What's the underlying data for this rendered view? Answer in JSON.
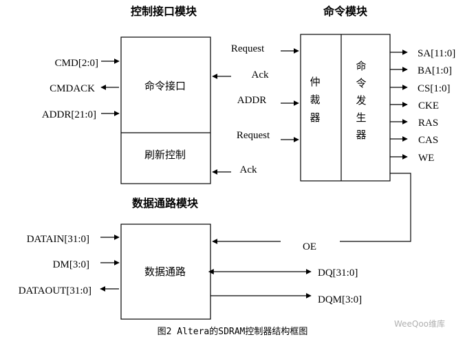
{
  "titles": {
    "control_interface": "控制接口模块",
    "command": "命令模块",
    "datapath": "数据通路模块"
  },
  "blocks": {
    "cmd_interface": "命令接口",
    "refresh_control": "刷新控制",
    "arbiter": [
      "仲",
      "裁",
      "器"
    ],
    "cmd_generator": [
      "命",
      "令",
      "发",
      "生",
      "器"
    ],
    "datapath": "数据通路"
  },
  "left_signals": {
    "cmd": "CMD[2:0]",
    "cmdack": "CMDACK",
    "addr": "ADDR[21:0]",
    "datain": "DATAIN[31:0]",
    "dm": "DM[3:0]",
    "dataout": "DATAOUT[31:0]"
  },
  "mid_signals": {
    "request1": "Request",
    "ack1": "Ack",
    "addr": "ADDR",
    "request2": "Request",
    "ack2": "Ack",
    "oe": "OE"
  },
  "right_signals": {
    "sa": "SA[11:0]",
    "ba": "BA[1:0]",
    "cs": "CS[1:0]",
    "cke": "CKE",
    "ras": "RAS",
    "cas": "CAS",
    "we": "WE"
  },
  "data_signals": {
    "dq": "DQ[31:0]",
    "dqm": "DQM[3:0]"
  },
  "caption": "图2 Altera的SDRAM控制器结构框图",
  "watermark": "WeeQoo维库"
}
